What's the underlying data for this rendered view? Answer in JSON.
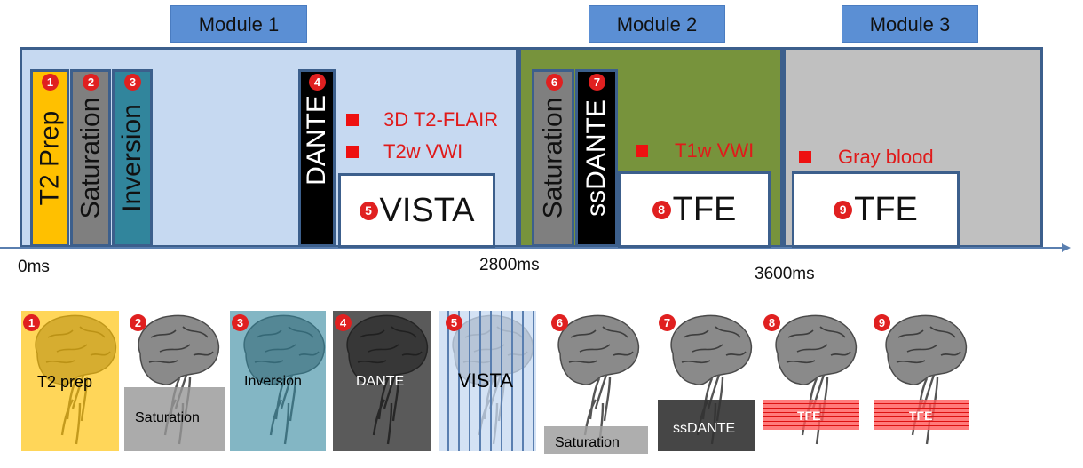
{
  "modules": [
    {
      "label": "Module 1"
    },
    {
      "label": "Module 2"
    },
    {
      "label": "Module 3"
    }
  ],
  "pulses": [
    {
      "num": "1",
      "label": "T2 Prep",
      "color": "#ffc000"
    },
    {
      "num": "2",
      "label": "Saturation",
      "color": "#7f7f7f"
    },
    {
      "num": "3",
      "label": "Inversion",
      "color": "#31859c"
    },
    {
      "num": "4",
      "label": "DANTE",
      "color": "#000000"
    },
    {
      "num": "6",
      "label": "Saturation",
      "color": "#7f7f7f"
    },
    {
      "num": "7",
      "label": "ssDANTE",
      "color": "#000000"
    }
  ],
  "readouts": [
    {
      "num": "5",
      "label": "VISTA"
    },
    {
      "num": "8",
      "label": "TFE"
    },
    {
      "num": "9",
      "label": "TFE"
    }
  ],
  "contrast_labels": {
    "module1": [
      "3D T2-FLAIR",
      "T2w VWI"
    ],
    "module2": [
      "T1w VWI"
    ],
    "module3": [
      "Gray blood"
    ]
  },
  "time_labels": [
    "0ms",
    "2800ms",
    "3600ms"
  ],
  "thumbnails": [
    {
      "num": "1",
      "label": "T2 prep"
    },
    {
      "num": "2",
      "label": "Saturation"
    },
    {
      "num": "3",
      "label": "Inversion"
    },
    {
      "num": "4",
      "label": "DANTE"
    },
    {
      "num": "5",
      "label": "VISTA"
    },
    {
      "num": "6",
      "label": "Saturation"
    },
    {
      "num": "7",
      "label": "ssDANTE"
    },
    {
      "num": "8",
      "label": "TFE"
    },
    {
      "num": "9",
      "label": "TFE"
    }
  ],
  "colors": {
    "module1_bg": "#c6d9f1",
    "module2_bg": "#77933c",
    "module3_bg": "#c0c0c0",
    "module_label_bg": "#5b8fd4",
    "border": "#3c5f8c",
    "accent_red": "#e01a1a"
  }
}
